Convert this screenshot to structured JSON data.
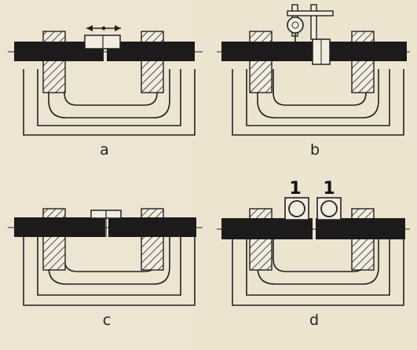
{
  "figure": {
    "panels": [
      {
        "id": "a",
        "label": "a"
      },
      {
        "id": "b",
        "label": "b"
      },
      {
        "id": "c",
        "label": "c"
      },
      {
        "id": "d",
        "label": "d"
      }
    ],
    "callouts": [
      "1",
      "1"
    ]
  },
  "colors": {
    "paper": "#ede5d1",
    "ink": "#1c1a1a"
  }
}
